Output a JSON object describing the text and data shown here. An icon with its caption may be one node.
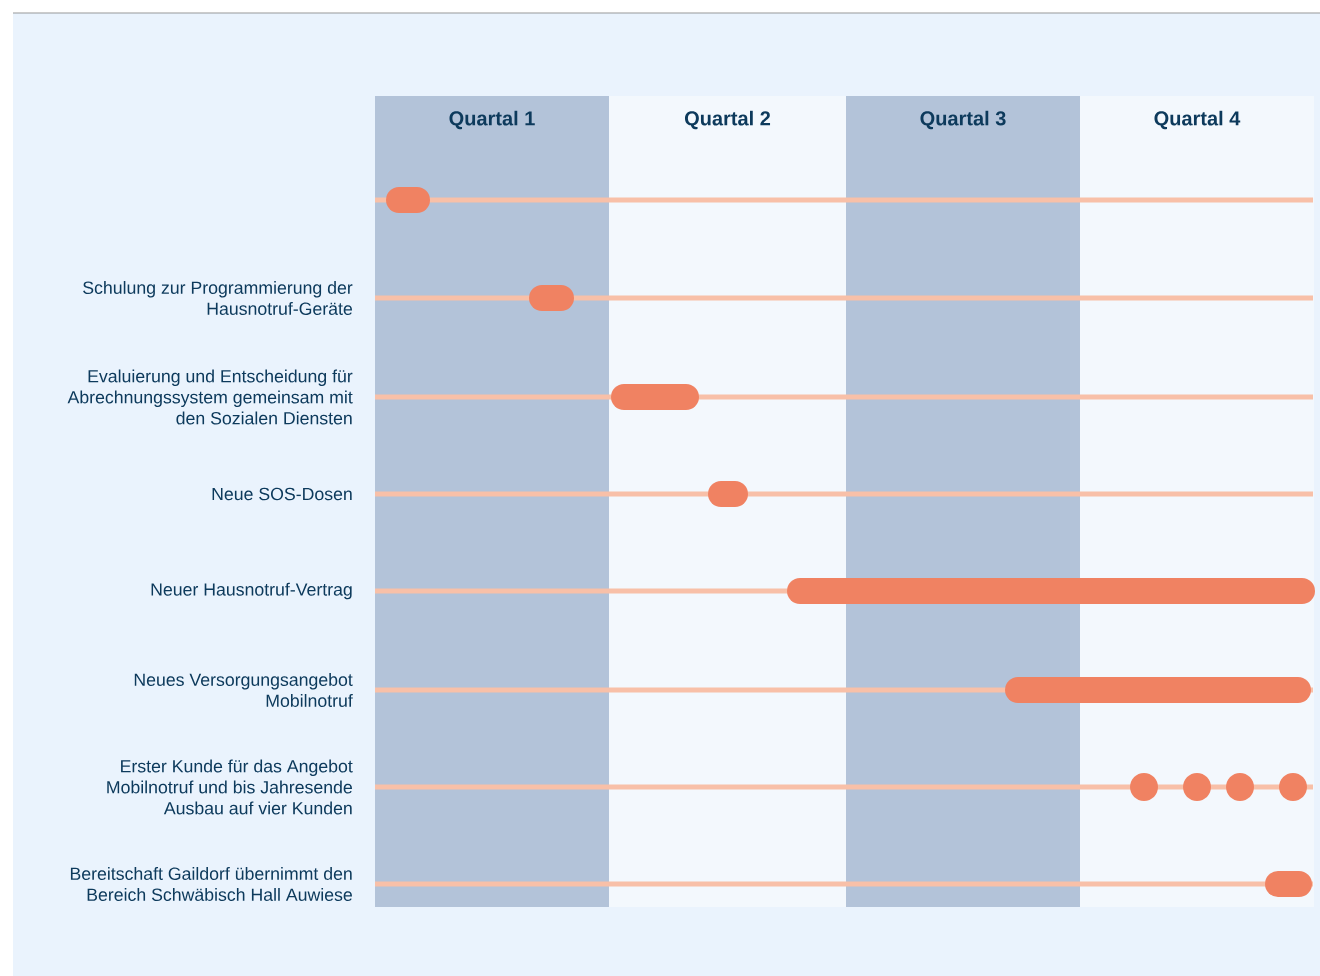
{
  "diagram": {
    "labels": [
      "Quartal 1",
      "Quartal 2",
      "Quartal 3",
      "Quartal 4",
      "Schulung zur Programmierung der Hausnotruf-Geräte",
      "Evaluierung und Entscheidung für Abrechnungssystem gemeinsam mit den Sozialen Diensten",
      "Neue SOS-Dosen",
      "Neuer Hausnotruf-Vertrag",
      "Neues Versorgungsangebot Mobilnotruf",
      "Erster Kunde für das Angebot Mobilnotruf und bis Jahresende Ausbau auf vier Kunden",
      "Bereitschaft Gaildorf übernimmt den Bereich Schwäbisch Hall Auwiese"
    ]
  }
}
